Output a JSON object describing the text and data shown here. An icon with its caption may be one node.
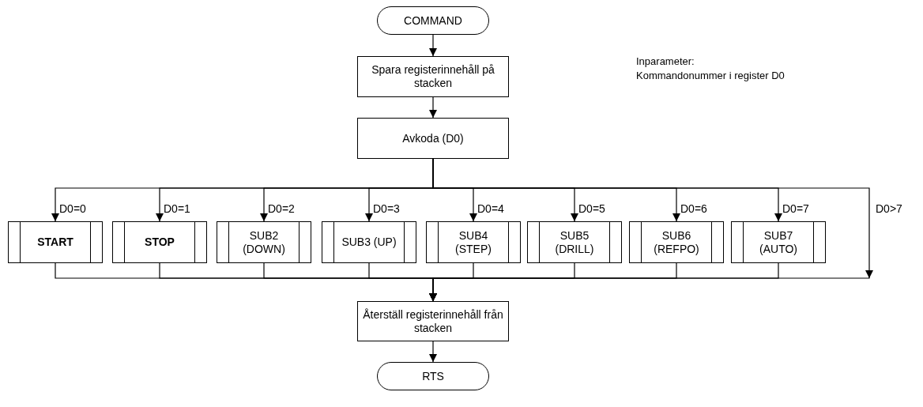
{
  "diagram": {
    "nodes": [
      {
        "text": [
          "COMMAND"
        ]
      },
      {
        "text": [
          "Spara registerinnehåll på stacken"
        ]
      },
      {
        "text": [
          "Avkoda (D0)"
        ]
      },
      {
        "text": [
          "START"
        ]
      },
      {
        "text": [
          "STOP"
        ]
      },
      {
        "text": [
          "SUB2 (DOWN)"
        ]
      },
      {
        "text": [
          "SUB3 (UP)"
        ]
      },
      {
        "text": [
          "SUB4 (STEP)"
        ]
      },
      {
        "text": [
          "SUB5 (DRILL)"
        ]
      },
      {
        "text": [
          "SUB6 (REFPO)"
        ]
      },
      {
        "text": [
          "SUB7 (AUTO)"
        ]
      },
      {
        "text": [
          "Återställ registerinnehåll från stacken"
        ]
      },
      {
        "text": [
          "RTS"
        ]
      }
    ],
    "edges": [
      {
        "from": 0,
        "to": 1,
        "arrow": "to"
      },
      {
        "from": 1,
        "to": 2,
        "arrow": "to"
      },
      {
        "from": 2,
        "to": 3,
        "arrow": "to",
        "label": "D0=0"
      },
      {
        "from": 2,
        "to": 4,
        "arrow": "to",
        "label": "D0=1"
      },
      {
        "from": 2,
        "to": 5,
        "arrow": "to",
        "label": "D0=2"
      },
      {
        "from": 2,
        "to": 6,
        "arrow": "to",
        "label": "D0=3"
      },
      {
        "from": 2,
        "to": 7,
        "arrow": "to",
        "label": "D0=4"
      },
      {
        "from": 2,
        "to": 8,
        "arrow": "to",
        "label": "D0=5"
      },
      {
        "from": 2,
        "to": 9,
        "arrow": "to",
        "label": "D0=6"
      },
      {
        "from": 2,
        "to": 10,
        "arrow": "to",
        "label": "D0=7"
      },
      {
        "from": 2,
        "to": 11,
        "arrow": "to",
        "label": "D0>7"
      },
      {
        "from": 3,
        "to": 11,
        "arrow": "to"
      },
      {
        "from": 4,
        "to": 11,
        "arrow": "to"
      },
      {
        "from": 5,
        "to": 11,
        "arrow": "to"
      },
      {
        "from": 6,
        "to": 11,
        "arrow": "to"
      },
      {
        "from": 7,
        "to": 11,
        "arrow": "to"
      },
      {
        "from": 8,
        "to": 11,
        "arrow": "to"
      },
      {
        "from": 9,
        "to": 11,
        "arrow": "to"
      },
      {
        "from": 10,
        "to": 11,
        "arrow": "to"
      },
      {
        "from": 11,
        "to": 12,
        "arrow": "to"
      }
    ],
    "labels": [
      "Inparameter:",
      "Kommandonummer i register D0"
    ]
  }
}
